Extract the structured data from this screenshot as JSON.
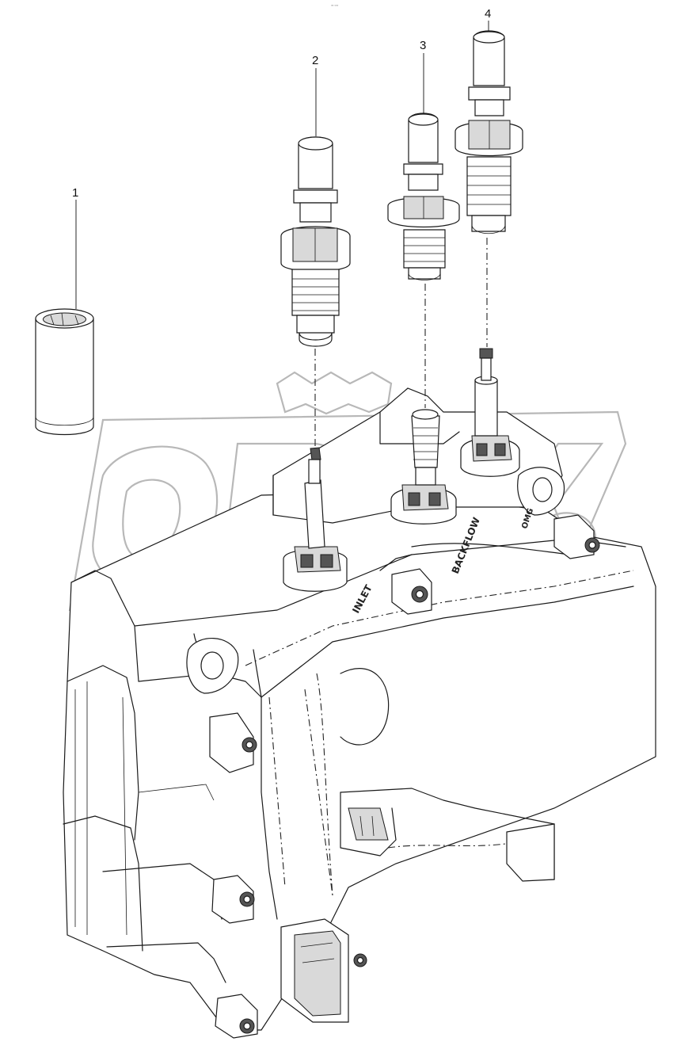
{
  "header": {
    "mark": "⁰⁶ ⁰⁰⁰"
  },
  "callouts": [
    {
      "id": "1",
      "label": "1"
    },
    {
      "id": "2",
      "label": "2"
    },
    {
      "id": "3",
      "label": "3"
    },
    {
      "id": "4",
      "label": "4"
    }
  ],
  "stamps": {
    "inlet": "INLET",
    "backflow": "BACKFLOW",
    "small": "OMG"
  },
  "watermark": {
    "text": "OPEX"
  }
}
